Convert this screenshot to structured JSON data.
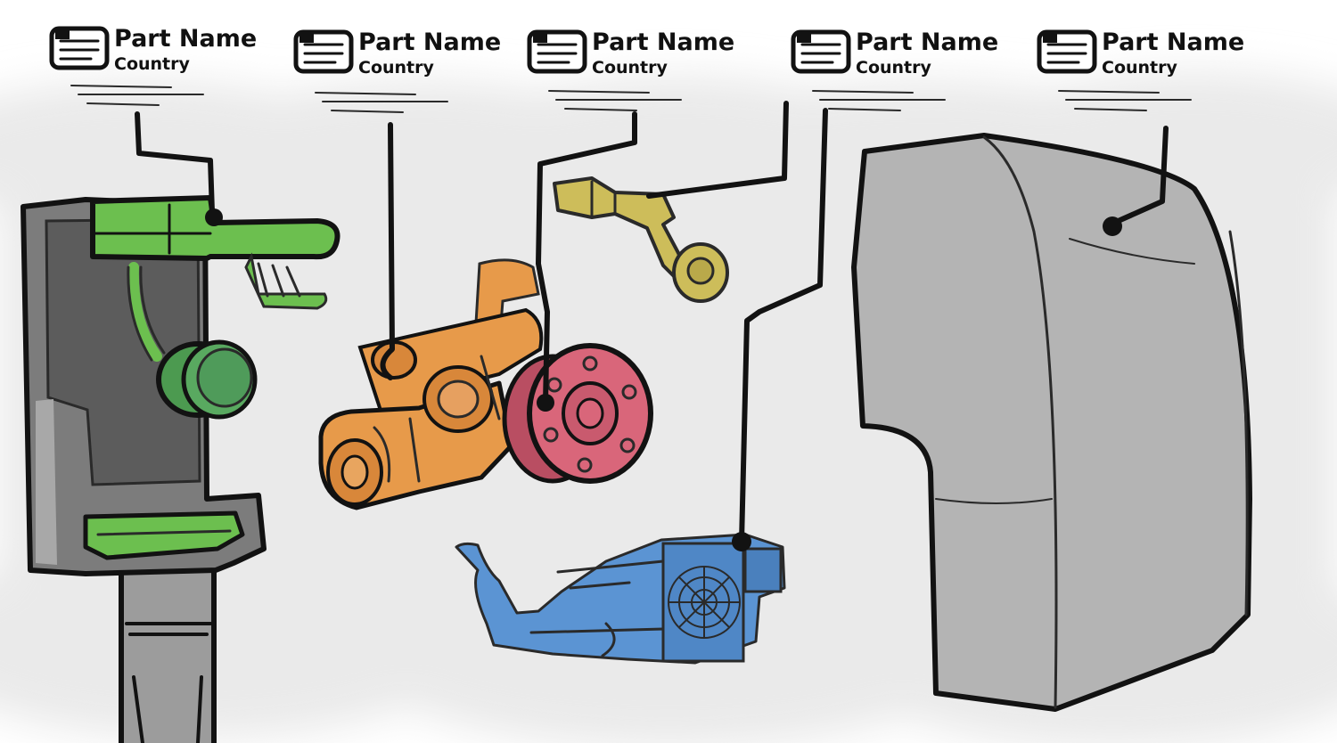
{
  "colors": {
    "background": "#ffffff",
    "haze": "#eaeaea",
    "ink": "#121212",
    "green_part": "#6cbf4f",
    "orange_part": "#e79a4a",
    "pink_part": "#d9667a",
    "yellow_part": "#cdbd5a",
    "blue_part": "#5b94d3",
    "gray_panel": "#b4b4b4",
    "dark_gray_frame": "#7c7c7c"
  },
  "labels": [
    {
      "name": "Part Name",
      "country": "Country",
      "icon": "document-icon"
    },
    {
      "name": "Part Name",
      "country": "Country",
      "icon": "document-icon"
    },
    {
      "name": "Part Name",
      "country": "Country",
      "icon": "document-icon"
    },
    {
      "name": "Part Name",
      "country": "Country",
      "icon": "document-icon"
    },
    {
      "name": "Part Name",
      "country": "Country",
      "icon": "document-icon"
    }
  ]
}
